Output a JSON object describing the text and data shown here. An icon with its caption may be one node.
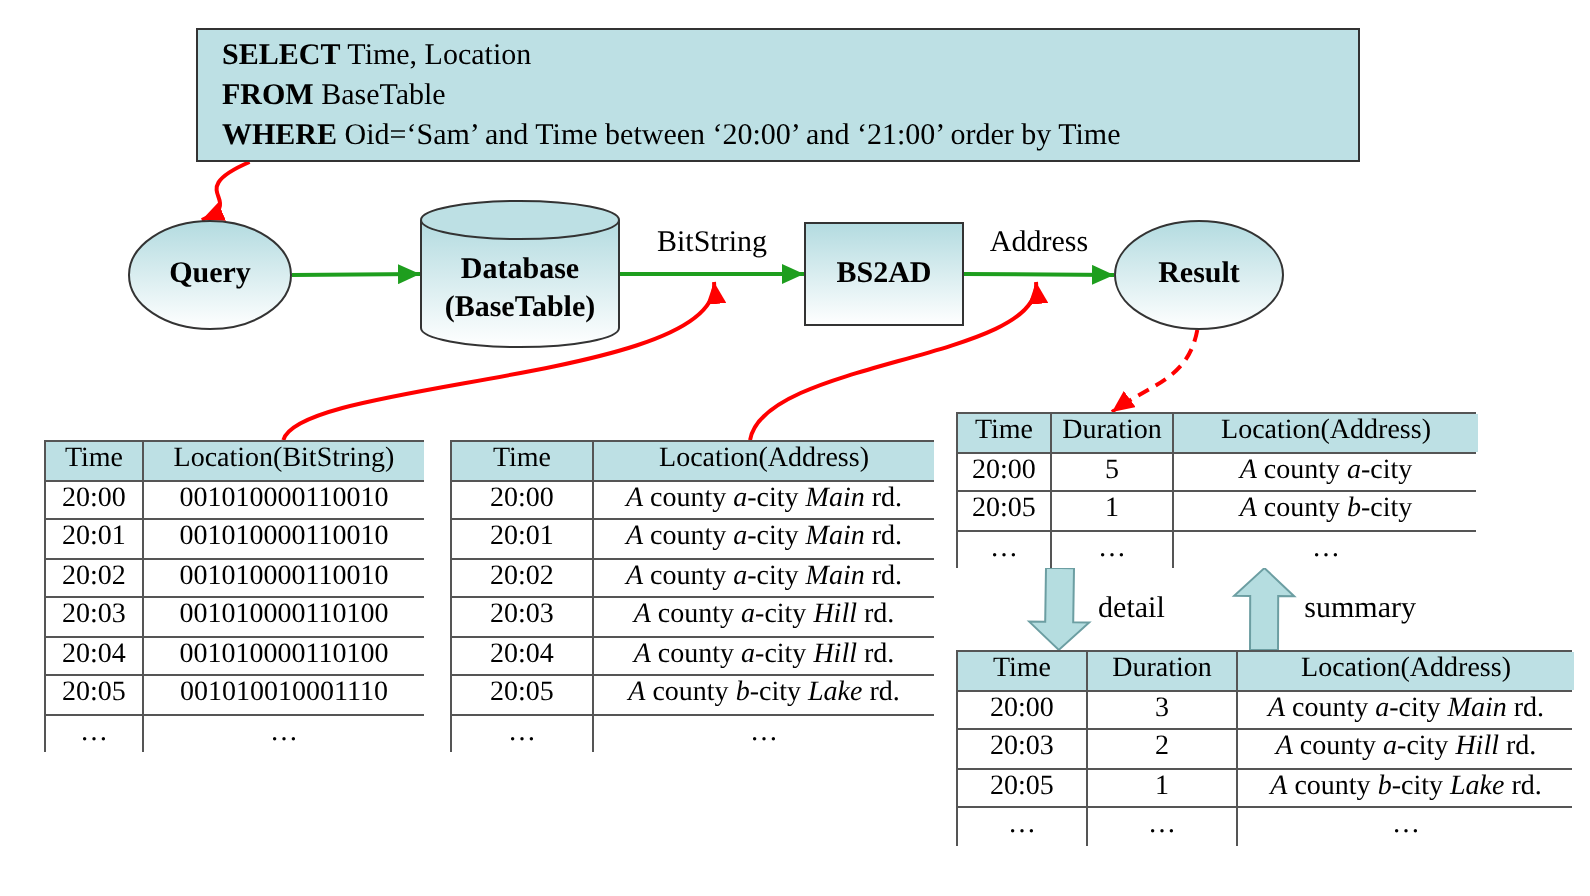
{
  "diagram": {
    "nodes": [
      {
        "text": [
          "**SELECT** Time, Location",
          "**FROM** BaseTable",
          "**WHERE** Oid=‘Sam’ and Time between ‘20:00’ and ‘21:00’ order by Time"
        ]
      },
      {
        "text": [
          "Query"
        ]
      },
      {
        "text": [
          "Database (BaseTable)"
        ]
      },
      {
        "text": [
          "BS2AD"
        ]
      },
      {
        "text": [
          "Result"
        ]
      },
      {
        "text": [
          "Time",
          "Location(BitString)",
          "20:00",
          "001010000110010",
          "20:01",
          "001010000110010",
          "20:02",
          "001010000110010",
          "20:03",
          "001010000110100",
          "20:04",
          "001010000110100",
          "20:05",
          "001010010001110",
          "…",
          "…"
        ]
      },
      {
        "text": [
          "Time",
          "Location(Address)",
          "20:00",
          "*A* county *a*-city *Main* rd.",
          "20:01",
          "*A* county *a*-city *Main* rd.",
          "20:02",
          "*A* county *a*-city *Main* rd.",
          "20:03",
          "*A* county *a*-city *Hill* rd.",
          "20:04",
          "*A* county *a*-city *Hill* rd.",
          "20:05",
          "*A* county *b*-city *Lake* rd.",
          "…",
          "…"
        ]
      },
      {
        "text": [
          "Time",
          "Duration",
          "Location(Address)",
          "20:00",
          "5",
          "*A* county *a*-city",
          "20:05",
          "1",
          "*A* county *b*-city",
          "…",
          "…",
          "…"
        ]
      },
      {
        "text": [
          "Time",
          "Duration",
          "Location(Address)",
          "20:00",
          "3",
          "*A* county *a*-city *Main* rd.",
          "20:03",
          "2",
          "*A* county *a*-city *Hill* rd.",
          "20:05",
          "1",
          "*A* county *b*-city *Lake* rd.",
          "…",
          "…",
          "…"
        ]
      }
    ],
    "edges": [
      {
        "from": 0,
        "to": 1,
        "arrow": "to"
      },
      {
        "from": 1,
        "to": 2,
        "arrow": "to",
        "color": "#1e9e1e"
      },
      {
        "from": 2,
        "to": 3,
        "arrow": "to",
        "label": "BitString",
        "color": "#1e9e1e"
      },
      {
        "from": 3,
        "to": 4,
        "arrow": "to",
        "label": "Address",
        "color": "#1e9e1e"
      },
      {
        "from": 5,
        "to": null,
        "arrow": "to"
      },
      {
        "from": 6,
        "to": null,
        "arrow": "to"
      },
      {
        "from": 4,
        "to": 7,
        "arrow": "to",
        "style": "dashed"
      },
      {
        "from": 7,
        "to": 8,
        "arrow": "to",
        "label": "detail",
        "style": "thick",
        "color": "#b5dde0"
      },
      {
        "from": 8,
        "to": 7,
        "arrow": "to",
        "label": "summary",
        "style": "thick",
        "color": "#b5dde0"
      }
    ]
  }
}
